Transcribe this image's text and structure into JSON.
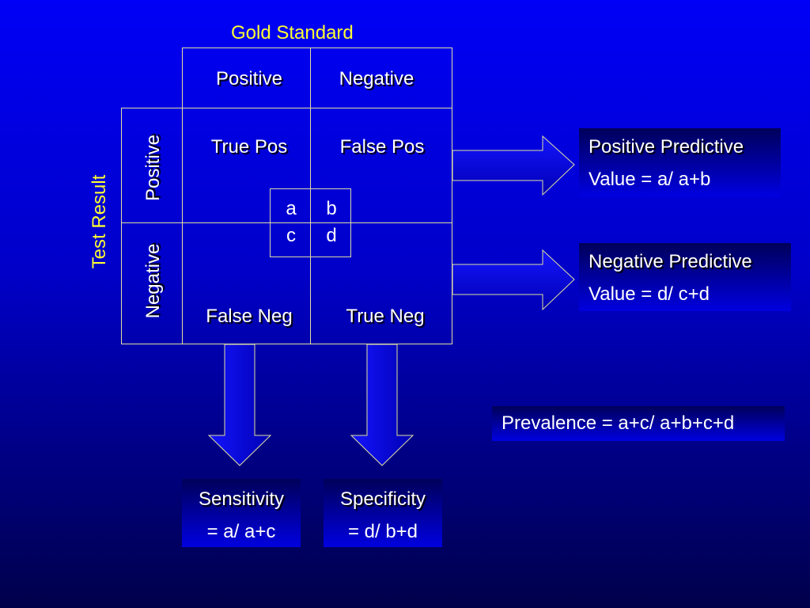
{
  "gold_standard": "Gold Standard",
  "test_result": "Test Result",
  "columns": {
    "positive": "Positive",
    "negative": "Negative"
  },
  "rows": {
    "positive": "Positive",
    "negative": "Negative"
  },
  "cells": {
    "true_pos": "True Pos",
    "false_pos": "False Pos",
    "false_neg": "False Neg",
    "true_neg": "True Neg"
  },
  "letters": {
    "a": "a",
    "b": "b",
    "c": "c",
    "d": "d"
  },
  "outcomes": {
    "ppv": {
      "line1": "Positive Predictive",
      "line2": "Value = a/ a+b"
    },
    "npv": {
      "line1": "Negative Predictive",
      "line2": "Value = d/ c+d"
    },
    "prevalence": "Prevalence = a+c/ a+b+c+d",
    "sensitivity": {
      "line1": "Sensitivity",
      "line2": "= a/ a+c"
    },
    "specificity": {
      "line1": "Specificity",
      "line2": "= d/ b+d"
    }
  },
  "colors": {
    "accent_text": "#ffff33",
    "grid_line": "#e0e0a0",
    "background_top": "#0000f6",
    "background_bottom": "#00004a"
  }
}
